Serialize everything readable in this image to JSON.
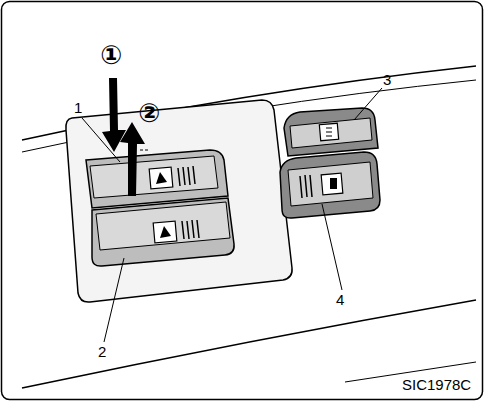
{
  "diagram": {
    "labels": [
      "1",
      "2",
      "3",
      "4",
      "①",
      "②",
      "SIC1978C"
    ]
  }
}
